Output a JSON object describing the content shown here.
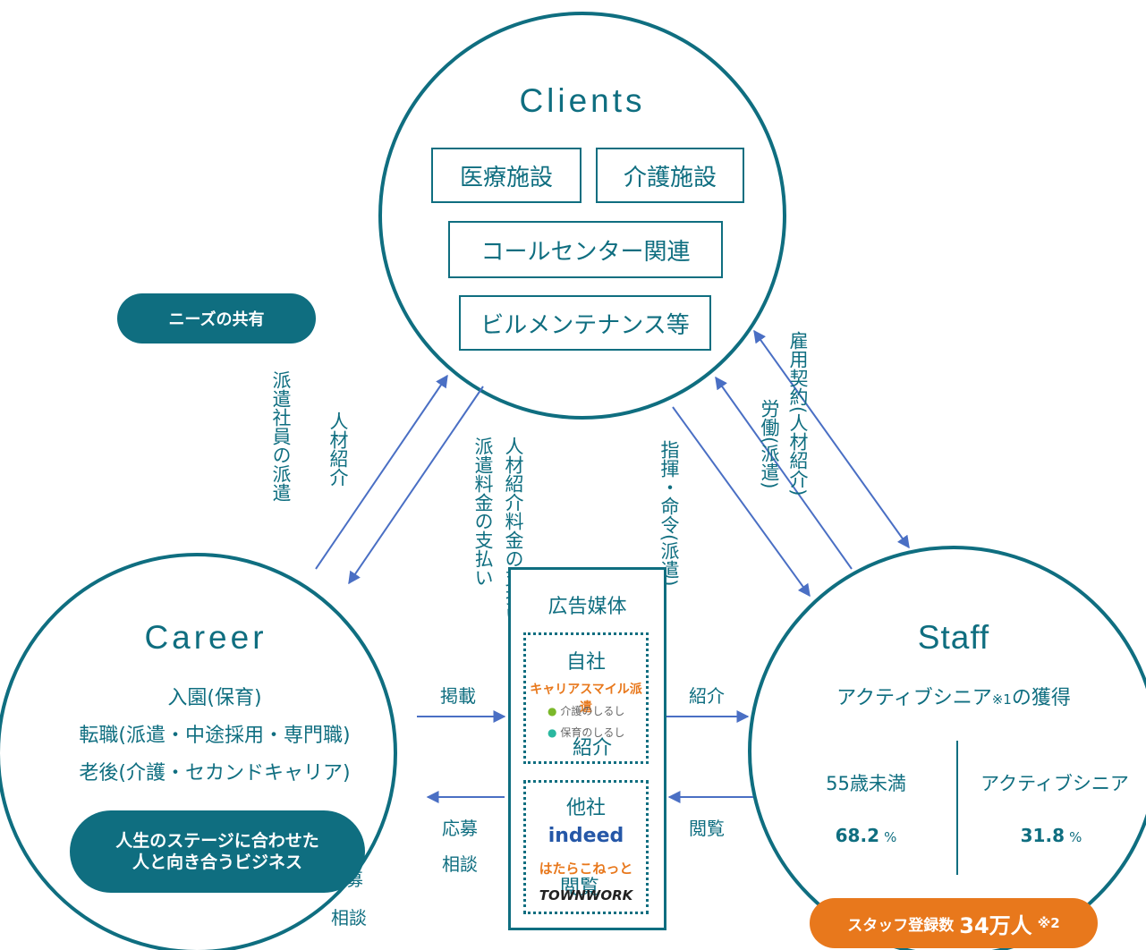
{
  "clients": {
    "title": "Clients",
    "boxes": [
      "医療施設",
      "介護施設",
      "コールセンター関連",
      "ビルメンテナンス等"
    ]
  },
  "needs_pill": "ニーズの共有",
  "career": {
    "title": "Career",
    "lines": [
      "入園(保育)",
      "転職(派遣・中途採用・専門職)",
      "老後(介護・セカンドキャリア)"
    ],
    "pill_line1": "人生のステージに合わせた",
    "pill_line2": "人と向き合うビジネス",
    "stray_label_1": "応募",
    "stray_label_2": "相談"
  },
  "staff": {
    "title": "Staff",
    "subtitle_main": "アクティブシニア",
    "subtitle_note": "※1",
    "subtitle_tail": "の獲得",
    "stats": [
      {
        "label": "55歳未満",
        "value": "68.2",
        "unit": "%"
      },
      {
        "label": "アクティブシニア",
        "value": "31.8",
        "unit": "%"
      }
    ],
    "badge_label": "スタッフ登録数",
    "badge_value": "34万人",
    "badge_note": "※2"
  },
  "ad_media": {
    "title": "広告媒体",
    "own_label": "自社",
    "own_logos": [
      "キャリアスマイル派遣",
      "介護のしるし",
      "保育のしるし"
    ],
    "overlay_label_1": "紹介",
    "other_label": "他社",
    "other_logos": [
      "indeed",
      "はたらこねっと",
      "TOWNWORK"
    ],
    "overlay_label_2": "閲覧"
  },
  "arrows": {
    "left_outer": [
      "派遣社員の派遣",
      "人材紹介"
    ],
    "left_inner": [
      "人材紹介料金の支払い",
      "派遣料金の支払い"
    ],
    "right_inner": "指揮・命令(派遣)",
    "right_mid": "労働(派遣)",
    "right_outer": "雇用契約(人材紹介)",
    "career_to_media": "掲載",
    "media_to_career_1": "応募",
    "media_to_career_2": "相談",
    "media_to_staff": "紹介",
    "staff_to_media": "閲覧"
  },
  "colors": {
    "teal": "#0f6e80",
    "arrow": "#4a6fc4",
    "orange": "#e8781c"
  }
}
